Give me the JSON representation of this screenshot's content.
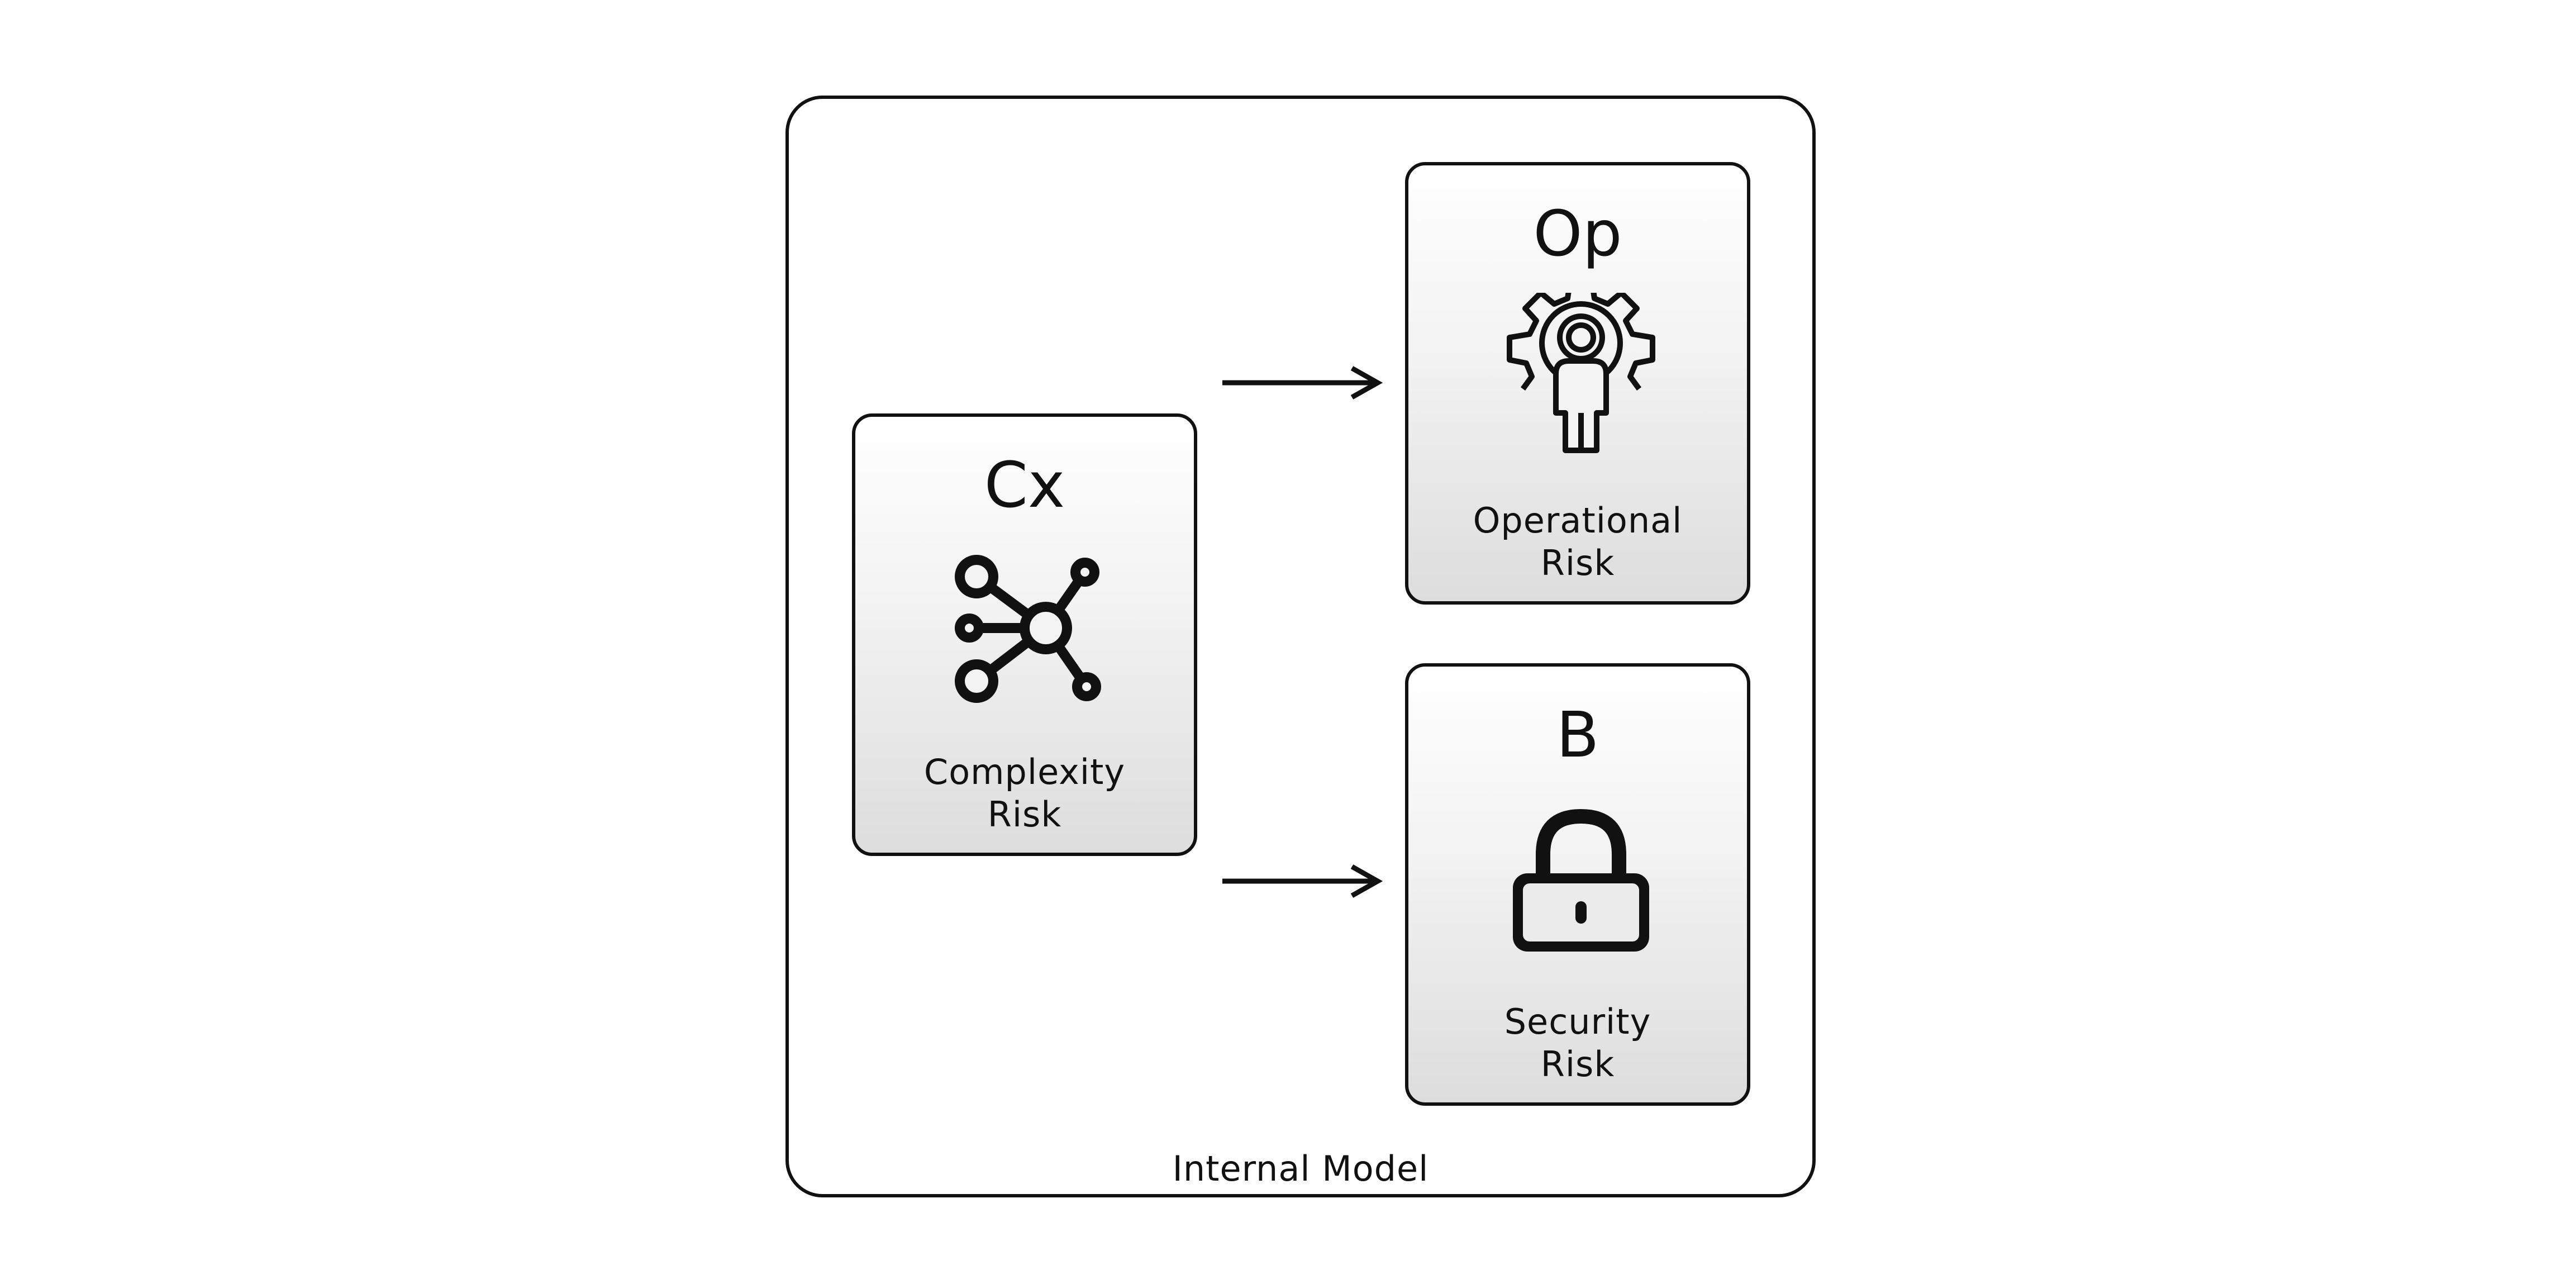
{
  "diagram": {
    "container_label": "Internal Model",
    "nodes": [
      {
        "id": "cx",
        "code": "Cx",
        "label_line1": "Complexity",
        "label_line2": "Risk",
        "icon": "network-icon"
      },
      {
        "id": "op",
        "code": "Op",
        "label_line1": "Operational",
        "label_line2": "Risk",
        "icon": "gear-person-icon"
      },
      {
        "id": "b",
        "code": "B",
        "label_line1": "Security",
        "label_line2": "Risk",
        "icon": "padlock-icon"
      }
    ],
    "edges": [
      {
        "from": "cx",
        "to": "op"
      },
      {
        "from": "cx",
        "to": "b"
      }
    ]
  }
}
